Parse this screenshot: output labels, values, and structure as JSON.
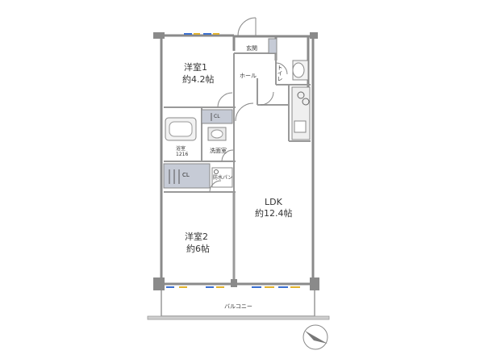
{
  "rooms": {
    "western1_name": "洋室1",
    "western1_size": "約4.2帖",
    "western2_name": "洋室2",
    "western2_size": "約6帖",
    "ldk_name": "LDK",
    "ldk_size": "約12.4帖",
    "entrance": "玄関",
    "hall": "ホール",
    "toilet": "トイレ",
    "washroom": "洗面室",
    "bath": "浴室",
    "bath_size": "1216",
    "closet1": "CL",
    "closet2": "CL",
    "washer_pan": "防水パン",
    "balcony": "バルコニー"
  },
  "colors": {
    "wall": "#8a8a8a",
    "wall_fill": "#e9e9e9",
    "closet_fill": "#c6cbd6",
    "window_blue": "#3a6fd0",
    "window_yellow": "#e1b12c"
  },
  "icons": {
    "compass": "north-compass-icon"
  }
}
